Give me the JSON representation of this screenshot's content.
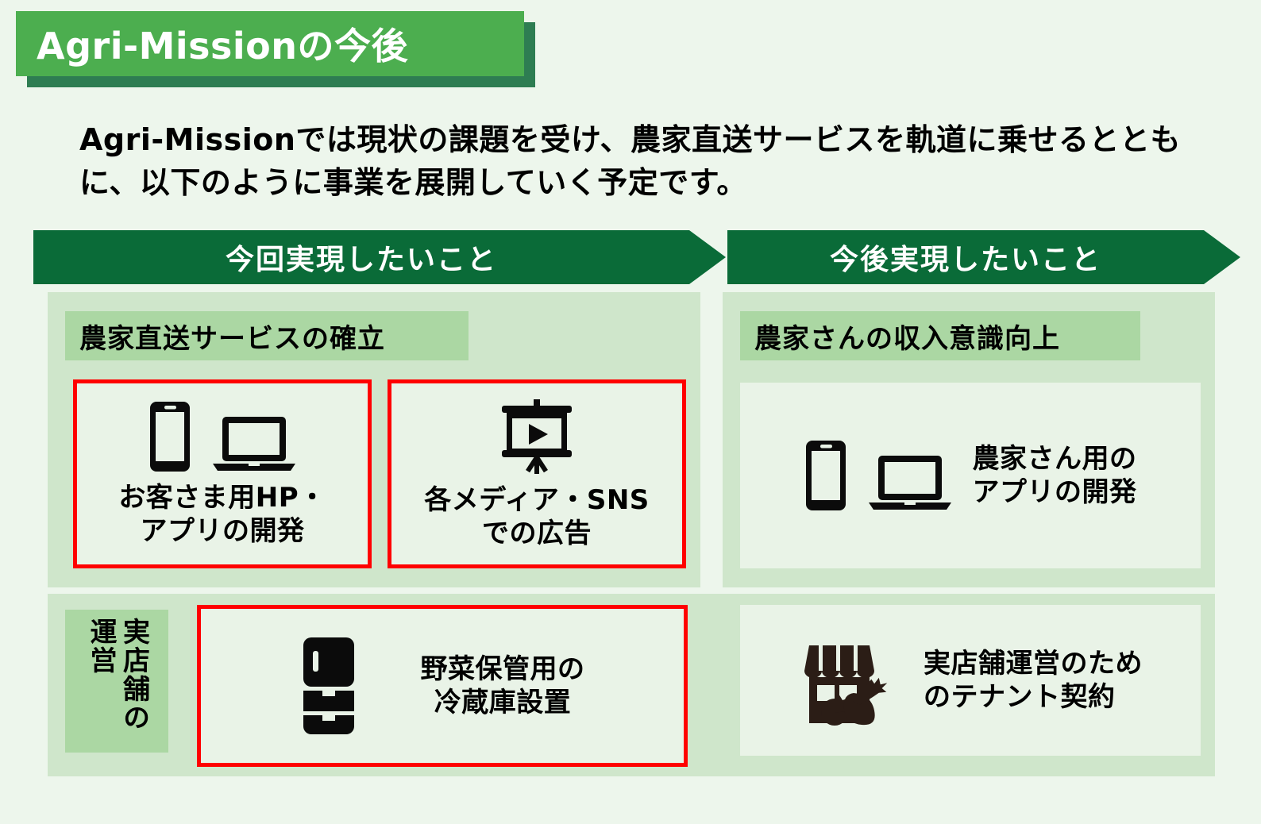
{
  "page": {
    "background_color": "#edf6ec",
    "title": "Agri-Missionの今後",
    "title_box_color": "#4cae4f",
    "title_shadow_color": "#2e7d52",
    "intro": "Agri-Missionでは現状の課題を受け、農家直送サービスを軌道に乗せるとともに、以下のように事業を展開していく予定です。"
  },
  "accents": {
    "header_green": "#0a6b38",
    "panel_green": "#cfe6cb",
    "chip_green": "#abd7a3",
    "card_green": "#e9f3e7",
    "highlight_red": "#ff0000"
  },
  "columns": [
    {
      "id": "now",
      "header": "今回実現したいこと"
    },
    {
      "id": "future",
      "header": "今後実現したいこと"
    }
  ],
  "sections": {
    "service": {
      "header": "農家直送サービスの確立",
      "cards": [
        {
          "label": "お客さま用HP・\nアプリの開発",
          "icons": [
            "smartphone-icon",
            "laptop-icon"
          ],
          "highlighted": true
        },
        {
          "label": "各メディア・SNS\nでの広告",
          "icons": [
            "presentation-play-icon"
          ],
          "highlighted": true
        }
      ]
    },
    "income": {
      "header": "農家さんの収入意識向上",
      "cards": [
        {
          "label": "農家さん用の\nアプリの開発",
          "icons": [
            "smartphone-icon",
            "laptop-icon"
          ],
          "highlighted": false
        }
      ]
    },
    "store": {
      "vertical_label": "実店舗の運営",
      "cards": [
        {
          "label": "野菜保管用の\n冷蔵庫設置",
          "icons": [
            "refrigerator-icon"
          ],
          "highlighted": true
        },
        {
          "label": "実店舗運営のため\nのテナント契約",
          "icons": [
            "storefront-vegetables-icon"
          ],
          "highlighted": false
        }
      ]
    }
  }
}
